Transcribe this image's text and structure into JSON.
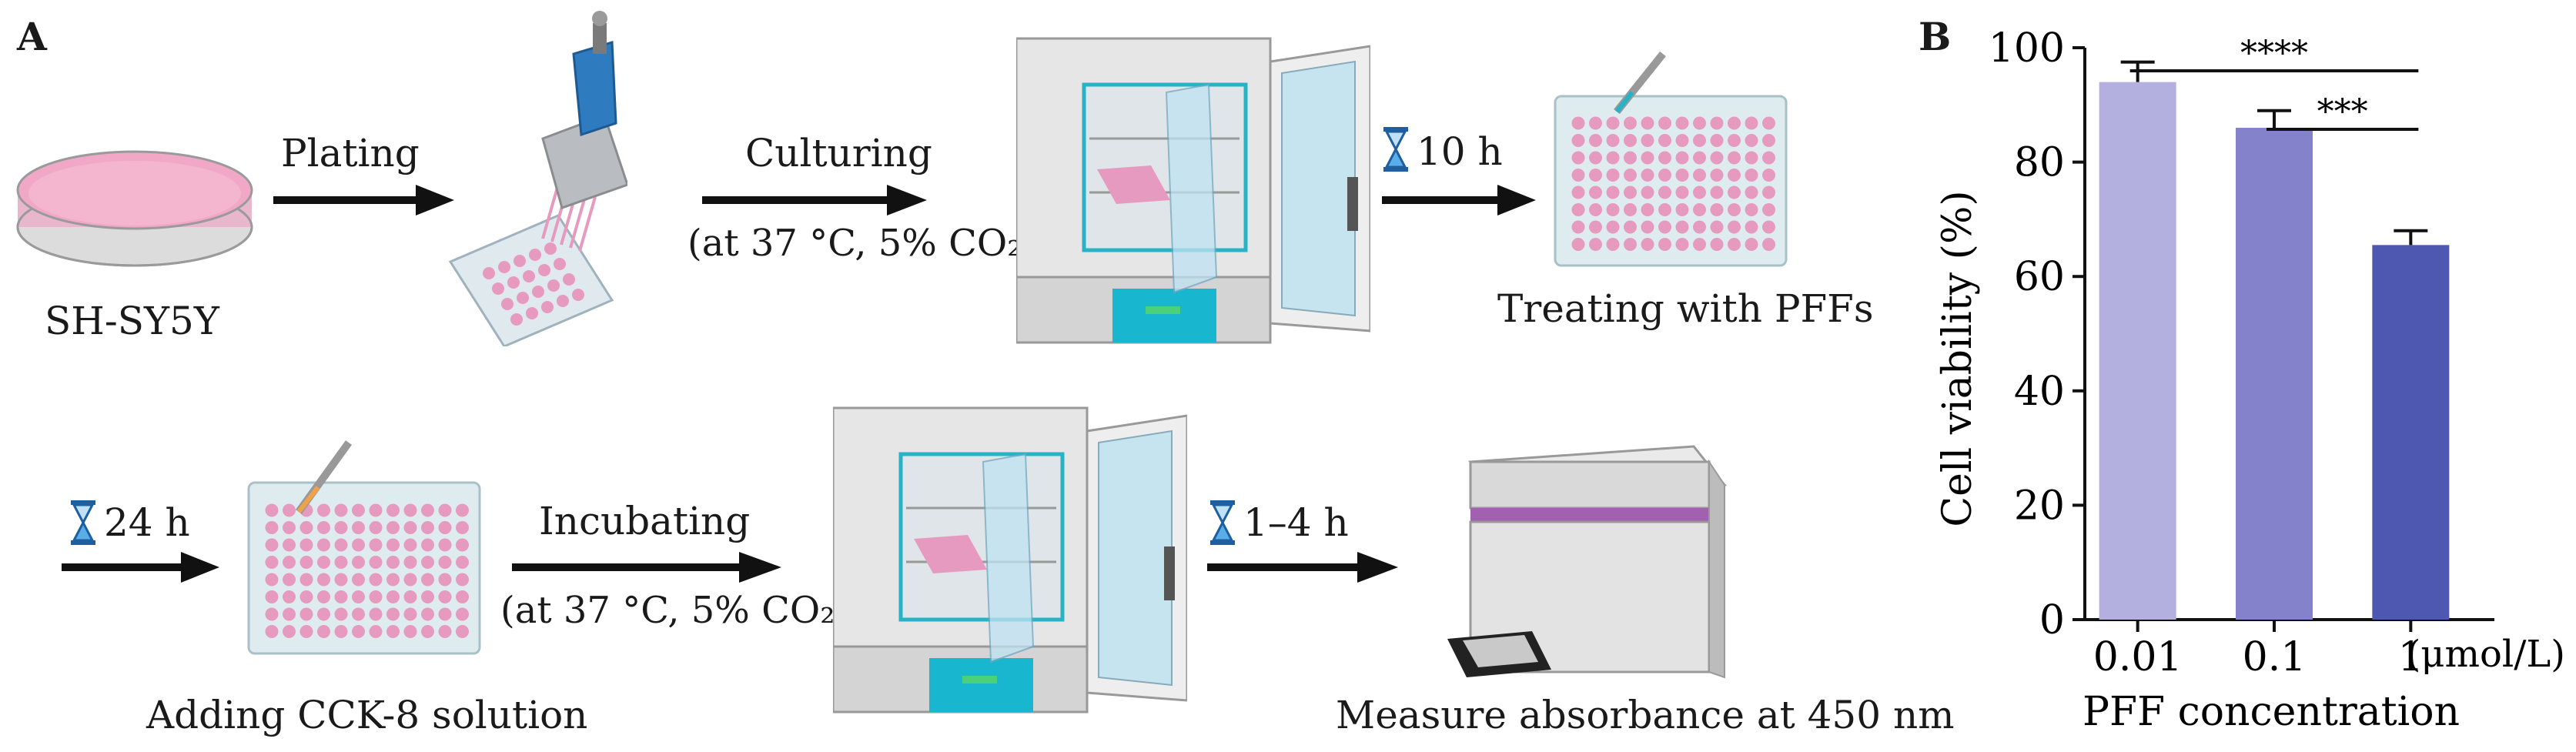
{
  "panel_a": {
    "label": "A",
    "cell_line": "SH-SY5Y",
    "steps": {
      "plating": "Plating",
      "culturing": "Culturing",
      "culture_conditions": "(at 37 °C, 5% CO₂)",
      "wait_1": "10 h",
      "treating": "Treating with PFFs",
      "wait_2": "24 h",
      "adding": "Adding CCK-8 solution",
      "incubating": "Incubating",
      "incubate_conditions": "(at 37 °C, 5% CO₂)",
      "wait_3": "1–4 h",
      "measure": "Measure absorbance at 450 nm"
    }
  },
  "panel_b": {
    "label": "B",
    "unit_label": "(μmol/L)"
  },
  "chart_data": {
    "type": "bar",
    "title": "",
    "xlabel": "PFF concentration",
    "ylabel": "Cell viability (%)",
    "ylim": [
      0,
      100
    ],
    "yticks": [
      0,
      20,
      40,
      60,
      80,
      100
    ],
    "categories": [
      "0.01",
      "0.1",
      "1"
    ],
    "values": [
      94,
      86,
      65.5
    ],
    "errors": [
      3.5,
      3,
      2.5
    ],
    "colors": [
      "#b3b0e0",
      "#8582cc",
      "#4f58b0"
    ],
    "significance": [
      {
        "from": 0,
        "to": 2,
        "label": "****"
      },
      {
        "from": 1,
        "to": 2,
        "label": "***"
      }
    ]
  }
}
